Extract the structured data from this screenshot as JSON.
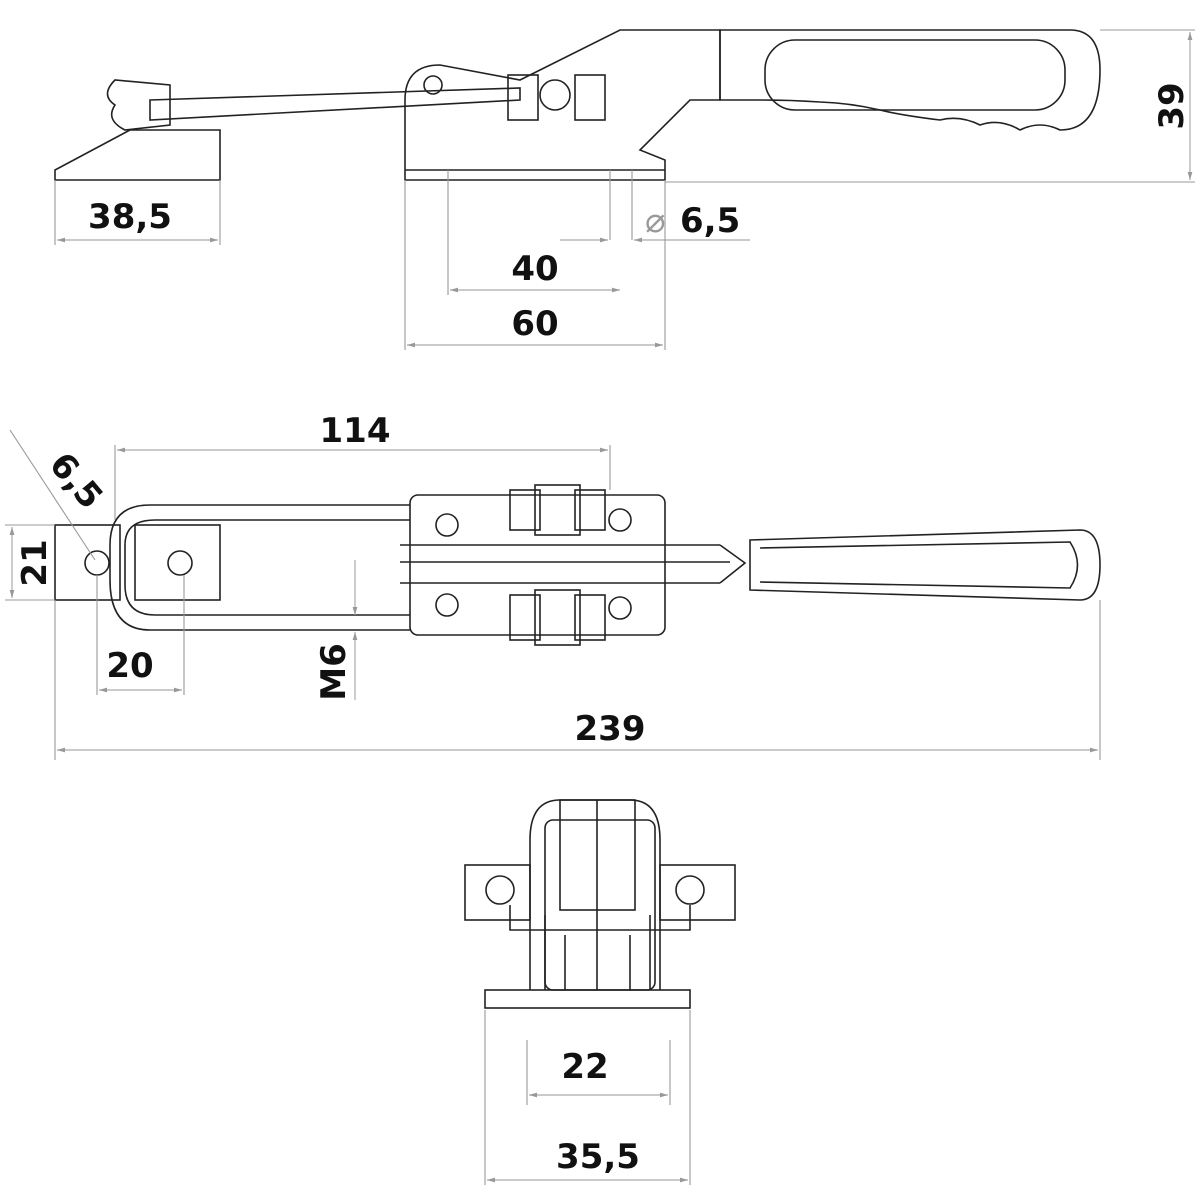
{
  "drawing": {
    "side_view": {
      "dimensions": {
        "latch_base_length": "38,5",
        "hole_diameter": "6,5",
        "hole_spacing": "40",
        "base_length": "60",
        "height": "39"
      }
    },
    "top_view": {
      "dimensions": {
        "hook_length": "114",
        "hook_hole_diameter": "6,5",
        "hook_width": "21",
        "hook_hole_spacing": "20",
        "thread": "M6",
        "overall_length": "239"
      }
    },
    "front_view": {
      "dimensions": {
        "hole_spacing": "22",
        "base_width": "35,5"
      }
    },
    "colors": {
      "line": "#222222",
      "dimension": "#aaaaaa"
    }
  }
}
